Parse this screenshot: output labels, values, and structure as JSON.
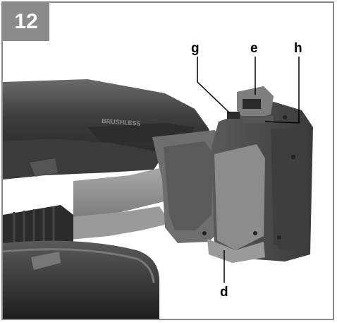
{
  "figure": {
    "number": "12",
    "callouts": {
      "g": "g",
      "e": "e",
      "h": "h",
      "d": "d"
    },
    "engraving": "BRUSHLESS",
    "colors": {
      "frame": "#8a8a8a",
      "badge": "#8a8a8a",
      "tool_body": "#4a4a4a",
      "accent": "#7a7a7a"
    }
  }
}
